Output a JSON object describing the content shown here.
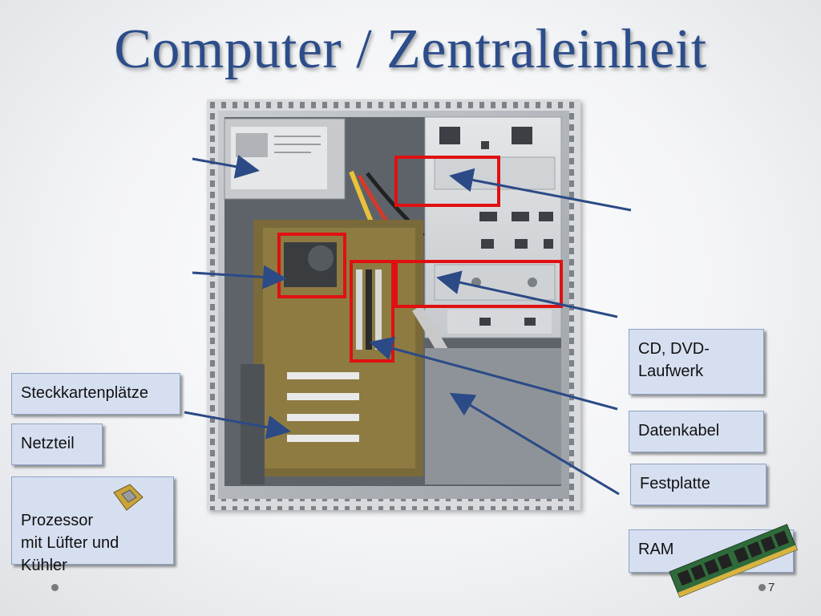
{
  "slide": {
    "title": "Computer / Zentraleinheit",
    "page_number": "7"
  },
  "labels": {
    "steckkarten": "Steckkartenplätze",
    "netzteil": "Netzteil",
    "prozessor": "Prozessor\nmit Lüfter und\nKühler",
    "cd_dvd": "CD, DVD-\nLaufwerk",
    "datenkabel": "Datenkabel",
    "festplatte": "Festplatte",
    "ram": "RAM"
  },
  "colors": {
    "title": "#2c4d8a",
    "label_fill": "#d6dff0",
    "arrow": "#2b4a86",
    "highlight": "#e01010"
  }
}
